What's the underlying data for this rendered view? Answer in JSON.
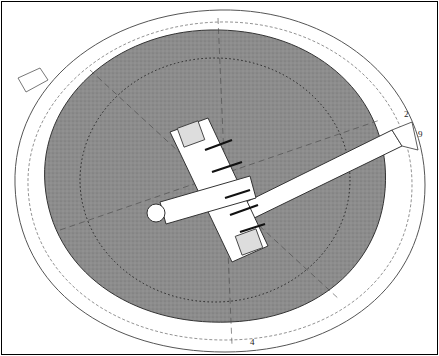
{
  "diagram": {
    "labels": [
      "2",
      "9",
      "4"
    ]
  }
}
